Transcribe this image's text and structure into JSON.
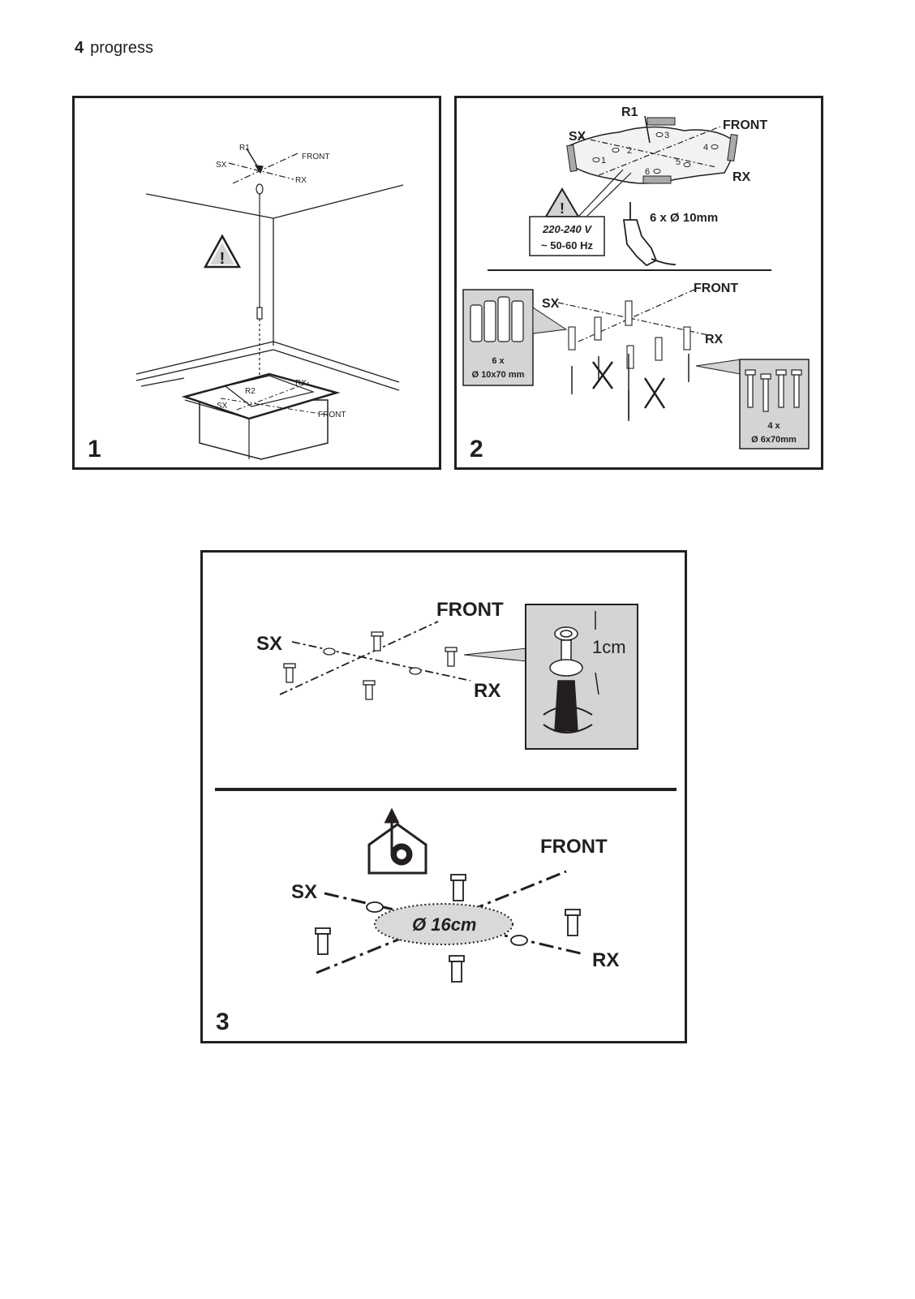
{
  "header": {
    "page_number": "4",
    "brand": "progress"
  },
  "fig1": {
    "number": "1",
    "labels": {
      "r1": "R1",
      "sx_top": "SX",
      "front_top": "FRONT",
      "rx_top": "RX",
      "r2": "R2",
      "rx_bottom": "RX",
      "sx_bottom": "SX",
      "front_bottom": "FRONT"
    },
    "warning_symbol": "!"
  },
  "fig2": {
    "number": "2",
    "labels": {
      "r1": "R1",
      "sx_top": "SX",
      "front_top": "FRONT",
      "rx_top": "RX",
      "sx_mid": "SX",
      "front_mid": "FRONT",
      "rx_mid": "RX"
    },
    "hole_numbers": [
      "1",
      "2",
      "3",
      "4",
      "5",
      "6"
    ],
    "warning_symbol": "!",
    "voltage": "220-240 V",
    "frequency": "~ 50-60 Hz",
    "drill_spec": "6 x Ø 10mm",
    "plug_count": "6 x",
    "plug_size": "Ø 10x70 mm",
    "screw_count": "4 x",
    "screw_size": "Ø 6x70mm"
  },
  "fig3": {
    "number": "3",
    "labels": {
      "front_top": "FRONT",
      "sx_top": "SX",
      "rx_top": "RX",
      "gap": "1cm",
      "front_bottom": "FRONT",
      "sx_bottom": "SX",
      "rx_bottom": "RX",
      "duct_diameter": "Ø 16cm"
    },
    "icons": [
      "warning-triangle-icon",
      "drill-icon",
      "screwdriver-icon",
      "exhaust-outlet-icon"
    ]
  }
}
